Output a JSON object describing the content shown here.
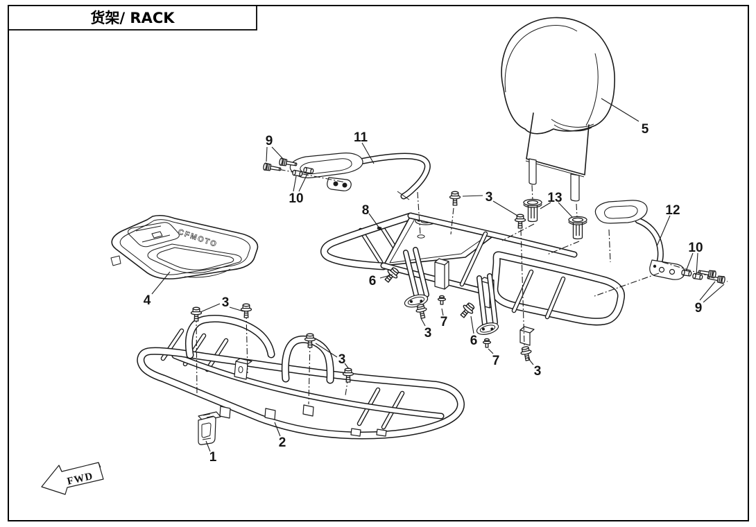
{
  "header": {
    "title": "货架/ RACK"
  },
  "diagram": {
    "fwd_label": "FWD",
    "brand_text": "CFMOTO",
    "part_numbers": [
      "1",
      "2",
      "3",
      "4",
      "5",
      "6",
      "7",
      "8",
      "9",
      "10",
      "11",
      "12",
      "13"
    ],
    "labels": {
      "n1": "1",
      "n2": "2",
      "n3": "3",
      "n4": "4",
      "n5": "5",
      "n6": "6",
      "n7": "7",
      "n8": "8",
      "n9": "9",
      "n10": "10",
      "n11": "11",
      "n12": "12",
      "n13": "13"
    }
  },
  "colors": {
    "line": "#1a1a1a",
    "background": "#ffffff"
  }
}
